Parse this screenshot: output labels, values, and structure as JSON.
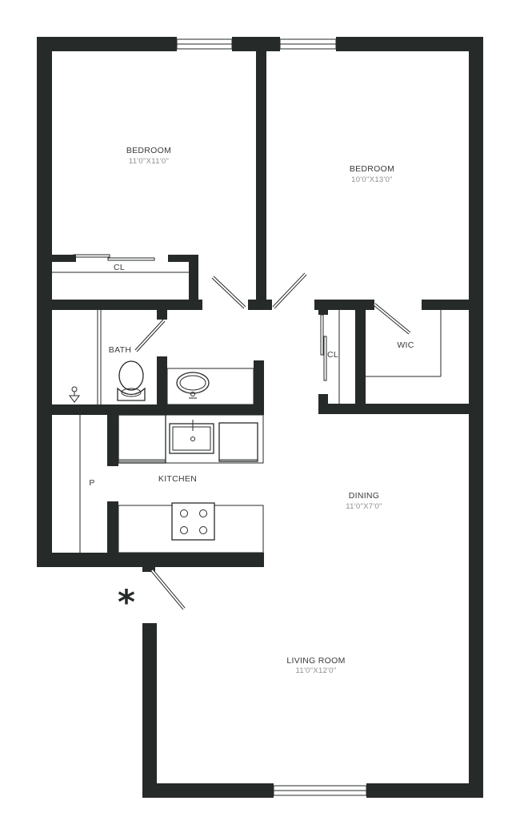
{
  "rooms": {
    "bedroom_1": {
      "name": "BEDROOM",
      "dimensions": "11'0\"X11'0\""
    },
    "bedroom_2": {
      "name": "BEDROOM",
      "dimensions": "10'0\"X13'0\""
    },
    "closet_1": {
      "name": "CL"
    },
    "closet_2": {
      "name": "CL"
    },
    "walk_in_closet": {
      "name": "WIC"
    },
    "bath": {
      "name": "BATH"
    },
    "kitchen": {
      "name": "KITCHEN"
    },
    "pantry": {
      "name": "P"
    },
    "dining": {
      "name": "DINING",
      "dimensions": "11'0\"X7'0\""
    },
    "living_room": {
      "name": "LIVING ROOM",
      "dimensions": "11'0\"X12'0\""
    }
  },
  "entry_marker": "*",
  "colors": {
    "wall": "#262a29",
    "text": "#3a3a3a",
    "dimension_text": "#8e8e8e"
  }
}
